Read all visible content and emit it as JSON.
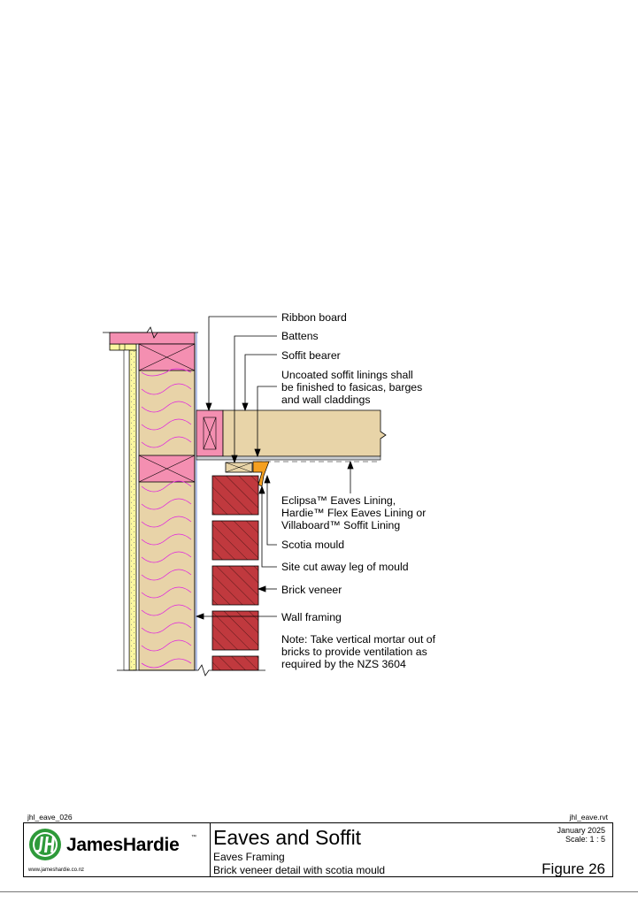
{
  "labels": {
    "ribbon_board": "Ribbon board",
    "battens": "Battens",
    "soffit_bearer": "Soffit bearer",
    "uncoated_1": "Uncoated soffit linings shall",
    "uncoated_2": "be finished to fasicas, barges",
    "uncoated_3": "and wall claddings",
    "lining_1": "Eclipsa™ Eaves Lining,",
    "lining_2": "Hardie™ Flex Eaves Lining or",
    "lining_3": "Villaboard™ Soffit Lining",
    "scotia_mould": "Scotia mould",
    "site_cut": "Site cut away leg of mould",
    "brick_veneer": "Brick veneer",
    "wall_framing": "Wall framing",
    "note_1": "Note: Take vertical mortar out of",
    "note_2": "bricks to provide ventilation as",
    "note_3": "required by the NZS 3604"
  },
  "footer": {
    "drawing_ref": "jhl_eave_026",
    "file_ref": "jhl_eave.rvt",
    "brand": "JamesHardie",
    "trademark": "™",
    "url": "www.jameshardie.co.nz",
    "title": "Eaves and Soffit",
    "subtitle": "Eaves Framing",
    "description": "Brick veneer detail with scotia mould",
    "date": "January 2025",
    "scale": "Scale: 1 : 5",
    "figure": "Figure 26"
  },
  "colors": {
    "timber_pink": "#f48fb1",
    "insulation": "#e8d3a8",
    "insulation_lines": "#e020e0",
    "plaster": "#fbf7a0",
    "brick": "#c0393e",
    "soffit_timber": "#e8d4a8",
    "scotia": "#f5a020",
    "brand_green": "#2e9a3a"
  }
}
